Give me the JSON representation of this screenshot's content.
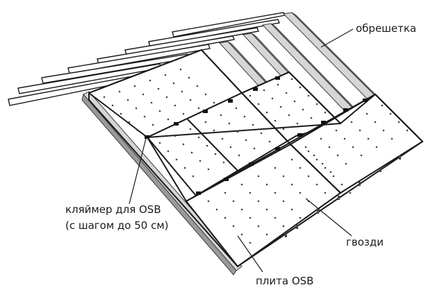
{
  "labels": {
    "battens": "обрешетка",
    "clip_line1": "кляймер для OSB",
    "clip_line2": "(с шагом до 50 см)",
    "nails": "гвозди",
    "board": "плита OSB"
  }
}
